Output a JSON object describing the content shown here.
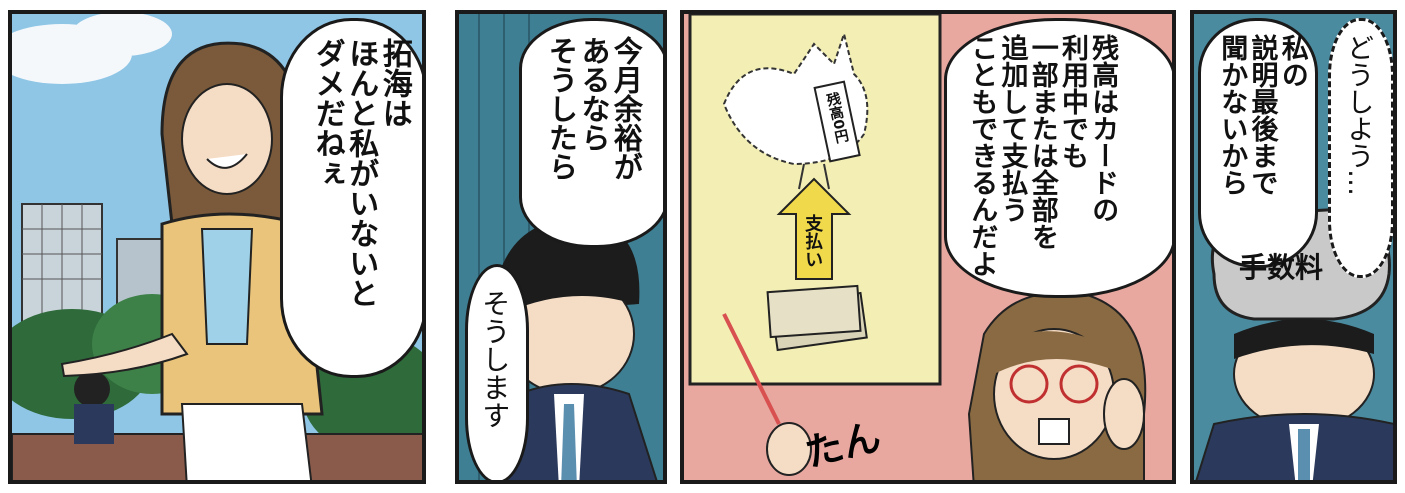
{
  "panels": [
    {
      "balloon_text": "拓海は\nほんと私がいないと\nダメだねぇ"
    },
    {
      "balloon_text": "今月余裕が\nあるなら\nそうしたら",
      "reply_text": "そうします"
    },
    {
      "balloon_text": "残高はカードの\n利用中でも\n一部または全部を\n追加して支払う\nこともできるんだよ",
      "tag_text": "残高0円",
      "arrow_text": "支払い",
      "sfx_text": "たん"
    },
    {
      "balloon_text": "私の\n説明最後まで\n聞かないから",
      "thought_text": "どうしよう…",
      "rock_text": "手数料"
    }
  ],
  "colors": {
    "sky": "#8fc6e6",
    "cardigan": "#e9c47a",
    "hair": "#7a5a3a",
    "suit": "#2b3a5c",
    "poster": "#f2eeb4",
    "wall": "#e8a8a0",
    "arrow": "#f0d94a"
  }
}
